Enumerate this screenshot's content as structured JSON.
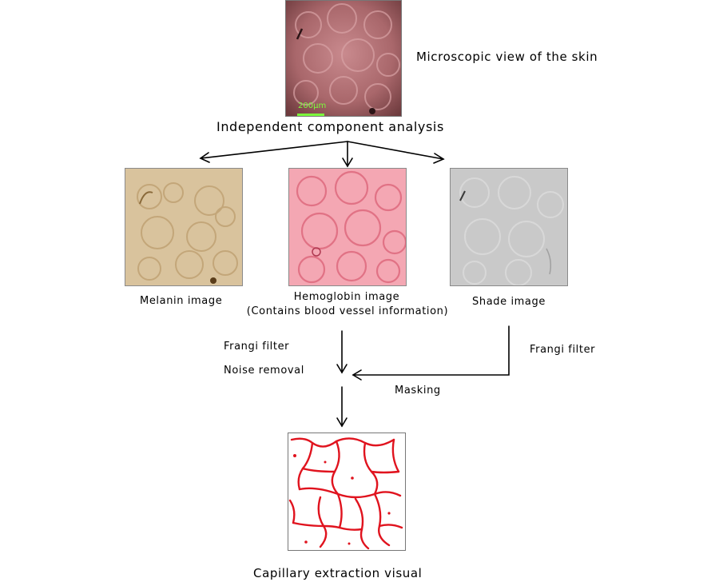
{
  "skin": {
    "label": "Microscopic view of the skin",
    "scale_bar": "200μm",
    "scale_bar_color": "#7cfc3c"
  },
  "step1": {
    "label": "Independent component analysis"
  },
  "melanin": {
    "label": "Melanin image",
    "tint": "#c4a577"
  },
  "hemoglobin": {
    "label_line1": "Hemoglobin image",
    "label_line2": "(Contains blood vessel information)",
    "tint": "#ef7f92"
  },
  "shade": {
    "label": "Shade image",
    "tint": "#b9b9b9"
  },
  "process": {
    "hemo_filter": "Frangi filter",
    "noise_removal": "Noise removal",
    "shade_filter": "Frangi filter",
    "masking": "Masking"
  },
  "result": {
    "label": "Capillary extraction visual",
    "vessel_color": "#e0131e"
  }
}
